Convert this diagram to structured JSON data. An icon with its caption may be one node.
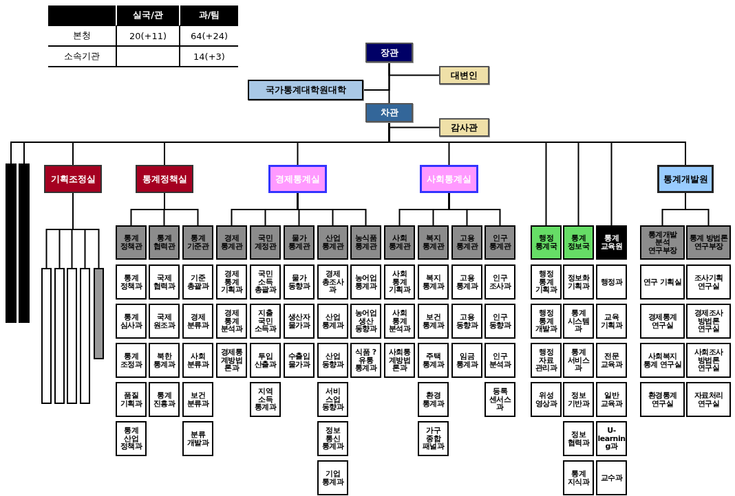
{
  "diagram": {
    "nodes": [
      {
        "text": [
          "장관"
        ]
      },
      {
        "text": [
          "대변인"
        ]
      },
      {
        "text": [
          "국가통계대학원대학"
        ]
      },
      {
        "text": [
          "차관"
        ]
      },
      {
        "text": [
          "감사관"
        ]
      },
      {
        "text": [],
        "shape": "bar"
      },
      {
        "text": [],
        "shape": "bar"
      },
      {
        "text": [
          "기획조정실"
        ]
      },
      {
        "text": [
          "통계정책실"
        ]
      },
      {
        "text": [
          "경제통계실"
        ]
      },
      {
        "text": [
          "사회통계실"
        ]
      },
      {
        "text": [
          "통계개발원"
        ]
      },
      {
        "text": [],
        "shape": "bar"
      },
      {
        "text": [],
        "shape": "bar"
      },
      {
        "text": [],
        "shape": "bar"
      },
      {
        "text": [],
        "shape": "bar"
      },
      {
        "text": [],
        "shape": "bar"
      },
      {
        "text": [
          "통계 정책관"
        ]
      },
      {
        "text": [
          "통계 협력관"
        ]
      },
      {
        "text": [
          "통계 기준관"
        ]
      },
      {
        "text": [
          "경제 통계관"
        ]
      },
      {
        "text": [
          "국민 계정관"
        ]
      },
      {
        "text": [
          "물가 통계관"
        ]
      },
      {
        "text": [
          "산업 통계관"
        ]
      },
      {
        "text": [
          "농식품 통계관"
        ]
      },
      {
        "text": [
          "사회 통계관"
        ]
      },
      {
        "text": [
          "복지 통계관"
        ]
      },
      {
        "text": [
          "고용 통계관"
        ]
      },
      {
        "text": [
          "인구 통계관"
        ]
      },
      {
        "text": [
          "행정 통계국"
        ]
      },
      {
        "text": [
          "통계 정보국"
        ]
      },
      {
        "text": [
          "통계 교육원"
        ]
      },
      {
        "text": [
          "통계개발 분석 연구부장"
        ]
      },
      {
        "text": [
          "통계 방법론 연구부장"
        ]
      },
      {
        "text": [
          "통계 정책과"
        ]
      },
      {
        "text": [
          "통계 심사과"
        ]
      },
      {
        "text": [
          "통계 조정과"
        ]
      },
      {
        "text": [
          "품질 기획과"
        ]
      },
      {
        "text": [
          "통계 산업 정책과"
        ]
      },
      {
        "text": [
          "국제 협력과"
        ]
      },
      {
        "text": [
          "국제 원조과"
        ]
      },
      {
        "text": [
          "북한 통계과"
        ]
      },
      {
        "text": [
          "통계 진흥과"
        ]
      },
      {
        "text": [
          "기준 총괄과"
        ]
      },
      {
        "text": [
          "경제 분류과"
        ]
      },
      {
        "text": [
          "사회 분류과"
        ]
      },
      {
        "text": [
          "보건 분류과"
        ]
      },
      {
        "text": [
          "분류 개발과"
        ]
      },
      {
        "text": [
          "경제 통계 기획과"
        ]
      },
      {
        "text": [
          "경제 통계 분석과"
        ]
      },
      {
        "text": [
          "경제통계방법론과"
        ]
      },
      {
        "text": [
          "국민 소득 총괄과"
        ]
      },
      {
        "text": [
          "지출 국민 소득과"
        ]
      },
      {
        "text": [
          "투입 산출과"
        ]
      },
      {
        "text": [
          "지역 소득 통계과"
        ]
      },
      {
        "text": [
          "물가 동향과"
        ]
      },
      {
        "text": [
          "생산자 물가과"
        ]
      },
      {
        "text": [
          "수출입 물가과"
        ]
      },
      {
        "text": [
          "경제 총조사 과"
        ]
      },
      {
        "text": [
          "산업 통계과"
        ]
      },
      {
        "text": [
          "산업 동향과"
        ]
      },
      {
        "text": [
          "서비 스업 동향과"
        ]
      },
      {
        "text": [
          "정보 통신 통계과"
        ]
      },
      {
        "text": [
          "기업 통계과"
        ]
      },
      {
        "text": [
          "농어업 통계과"
        ]
      },
      {
        "text": [
          "농어업 생산 동향과"
        ]
      },
      {
        "text": [
          "식품 ?유통 통계과"
        ]
      },
      {
        "text": [
          "사회 통계 기획과"
        ]
      },
      {
        "text": [
          "사회 통계 분석과"
        ]
      },
      {
        "text": [
          "사회통계방법론과"
        ]
      },
      {
        "text": [
          "복지 통계과"
        ]
      },
      {
        "text": [
          "보건 통계과"
        ]
      },
      {
        "text": [
          "주택 통계과"
        ]
      },
      {
        "text": [
          "환경 통계과"
        ]
      },
      {
        "text": [
          "가구 종합 패널과"
        ]
      },
      {
        "text": [
          "고용 통계과"
        ]
      },
      {
        "text": [
          "고용 동향과"
        ]
      },
      {
        "text": [
          "임금 통계과"
        ]
      },
      {
        "text": [
          "인구 조사과"
        ]
      },
      {
        "text": [
          "인구 동향과"
        ]
      },
      {
        "text": [
          "인구 분석과"
        ]
      },
      {
        "text": [
          "등록 센서스 과"
        ]
      },
      {
        "text": [
          "행정 통계 기획과"
        ]
      },
      {
        "text": [
          "행정 통계 개발과"
        ]
      },
      {
        "text": [
          "행정 자료 관리과"
        ]
      },
      {
        "text": [
          "위성 영상과"
        ]
      },
      {
        "text": [
          "정보화 기획과"
        ]
      },
      {
        "text": [
          "통계 시스템 과"
        ]
      },
      {
        "text": [
          "통계 서비스 과"
        ]
      },
      {
        "text": [
          "정보 기반과"
        ]
      },
      {
        "text": [
          "정보 협력과"
        ]
      },
      {
        "text": [
          "통계 지식과"
        ]
      },
      {
        "text": [
          "행정과"
        ]
      },
      {
        "text": [
          "교육 기획과"
        ]
      },
      {
        "text": [
          "전문 교육과"
        ]
      },
      {
        "text": [
          "일반 교육과"
        ]
      },
      {
        "text": [
          "U-learning과"
        ]
      },
      {
        "text": [
          "교수과"
        ]
      },
      {
        "text": [
          "연구 기획실"
        ]
      },
      {
        "text": [
          "경제통계 연구실"
        ]
      },
      {
        "text": [
          "사회복지 통계 연구실"
        ]
      },
      {
        "text": [
          "환경통계 연구실"
        ]
      },
      {
        "text": [
          "조사기획 연구실"
        ]
      },
      {
        "text": [
          "경제조사 방법론 연구실"
        ]
      },
      {
        "text": [
          "사회조사 방법론 연구실"
        ]
      },
      {
        "text": [
          "자료처리 연구실"
        ]
      }
    ],
    "edges": [
      {
        "from": 0,
        "to": 3,
        "arrow": "none"
      },
      {
        "from": 0,
        "to": 1,
        "arrow": "none"
      },
      {
        "from": 0,
        "to": 2,
        "arrow": "none"
      },
      {
        "from": 3,
        "to": 4,
        "arrow": "none"
      },
      {
        "from": 3,
        "to": 5,
        "arrow": "none"
      },
      {
        "from": 3,
        "to": 6,
        "arrow": "none"
      },
      {
        "from": 3,
        "to": 7,
        "arrow": "none"
      },
      {
        "from": 3,
        "to": 8,
        "arrow": "none"
      },
      {
        "from": 3,
        "to": 9,
        "arrow": "none"
      },
      {
        "from": 3,
        "to": 10,
        "arrow": "none"
      },
      {
        "from": 3,
        "to": 29,
        "arrow": "none"
      },
      {
        "from": 3,
        "to": 30,
        "arrow": "none"
      },
      {
        "from": 3,
        "to": 31,
        "arrow": "none"
      },
      {
        "from": 3,
        "to": 11,
        "arrow": "none"
      },
      {
        "from": 7,
        "to": 12,
        "arrow": "none"
      },
      {
        "from": 7,
        "to": 13,
        "arrow": "none"
      },
      {
        "from": 7,
        "to": 14,
        "arrow": "none"
      },
      {
        "from": 7,
        "to": 15,
        "arrow": "none"
      },
      {
        "from": 7,
        "to": 16,
        "arrow": "none"
      },
      {
        "from": 8,
        "to": 17,
        "arrow": "none"
      },
      {
        "from": 8,
        "to": 18,
        "arrow": "none"
      },
      {
        "from": 8,
        "to": 19,
        "arrow": "none"
      },
      {
        "from": 9,
        "to": 20,
        "arrow": "none"
      },
      {
        "from": 9,
        "to": 21,
        "arrow": "none"
      },
      {
        "from": 9,
        "to": 22,
        "arrow": "none"
      },
      {
        "from": 9,
        "to": 23,
        "arrow": "none"
      },
      {
        "from": 9,
        "to": 24,
        "arrow": "none"
      },
      {
        "from": 10,
        "to": 25,
        "arrow": "none"
      },
      {
        "from": 10,
        "to": 26,
        "arrow": "none"
      },
      {
        "from": 10,
        "to": 27,
        "arrow": "none"
      },
      {
        "from": 10,
        "to": 28,
        "arrow": "none"
      },
      {
        "from": 11,
        "to": 32,
        "arrow": "none"
      },
      {
        "from": 11,
        "to": 33,
        "arrow": "none"
      }
    ],
    "labels": [
      "실국/관",
      "과/팀",
      "본청",
      "20(+11)",
      "64(+24)",
      "소속기관",
      "14(+3)"
    ]
  }
}
